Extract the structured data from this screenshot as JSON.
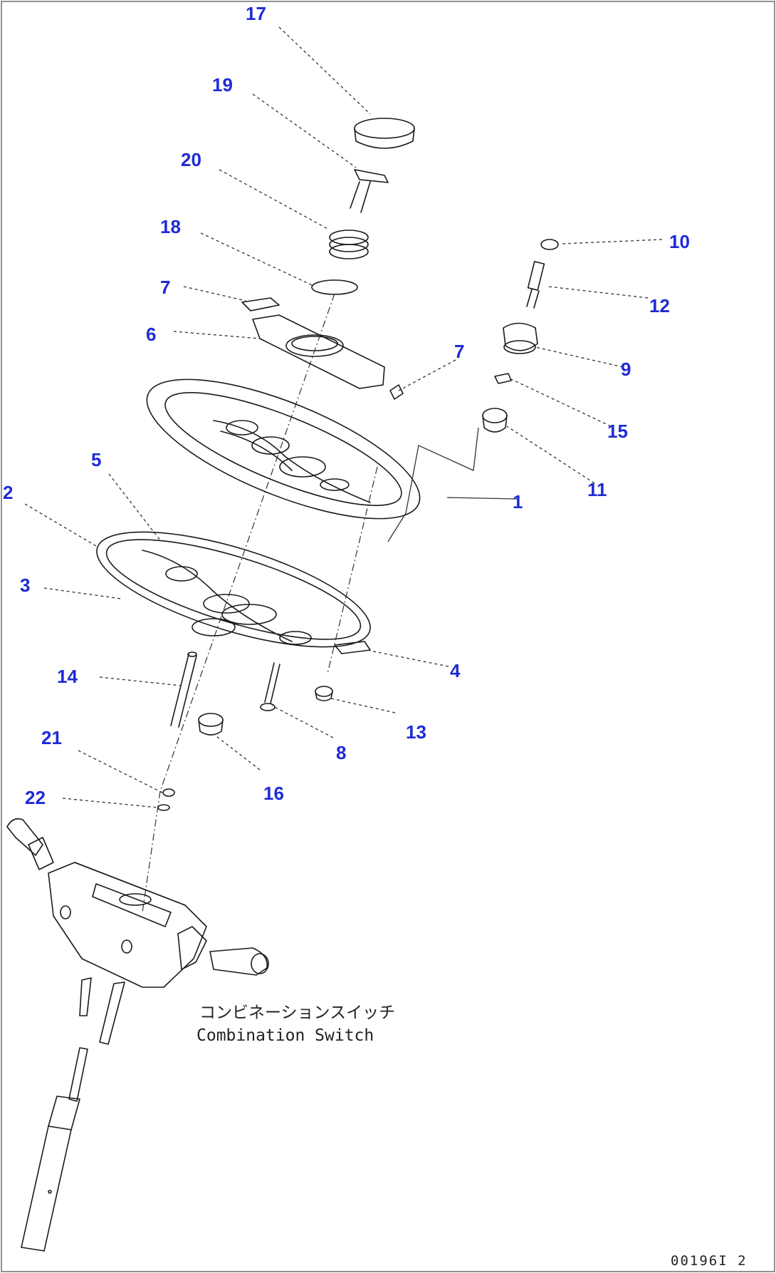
{
  "callouts": {
    "c17": "17",
    "c19": "19",
    "c20": "20",
    "c18": "18",
    "c7a": "7",
    "c6": "6",
    "c7b": "7",
    "c10": "10",
    "c12": "12",
    "c9": "9",
    "c15": "15",
    "c11": "11",
    "c1": "1",
    "c5": "5",
    "c2": "2",
    "c3": "3",
    "c4": "4",
    "c14": "14",
    "c13": "13",
    "c8": "8",
    "c21": "21",
    "c16": "16",
    "c22": "22"
  },
  "caption": {
    "japanese": "コンビネーションスイッチ",
    "english": "Combination Switch"
  },
  "drawing_code": "00196I 2",
  "colors": {
    "callout": "#1f2bd6",
    "line": "#1a1a1a"
  }
}
